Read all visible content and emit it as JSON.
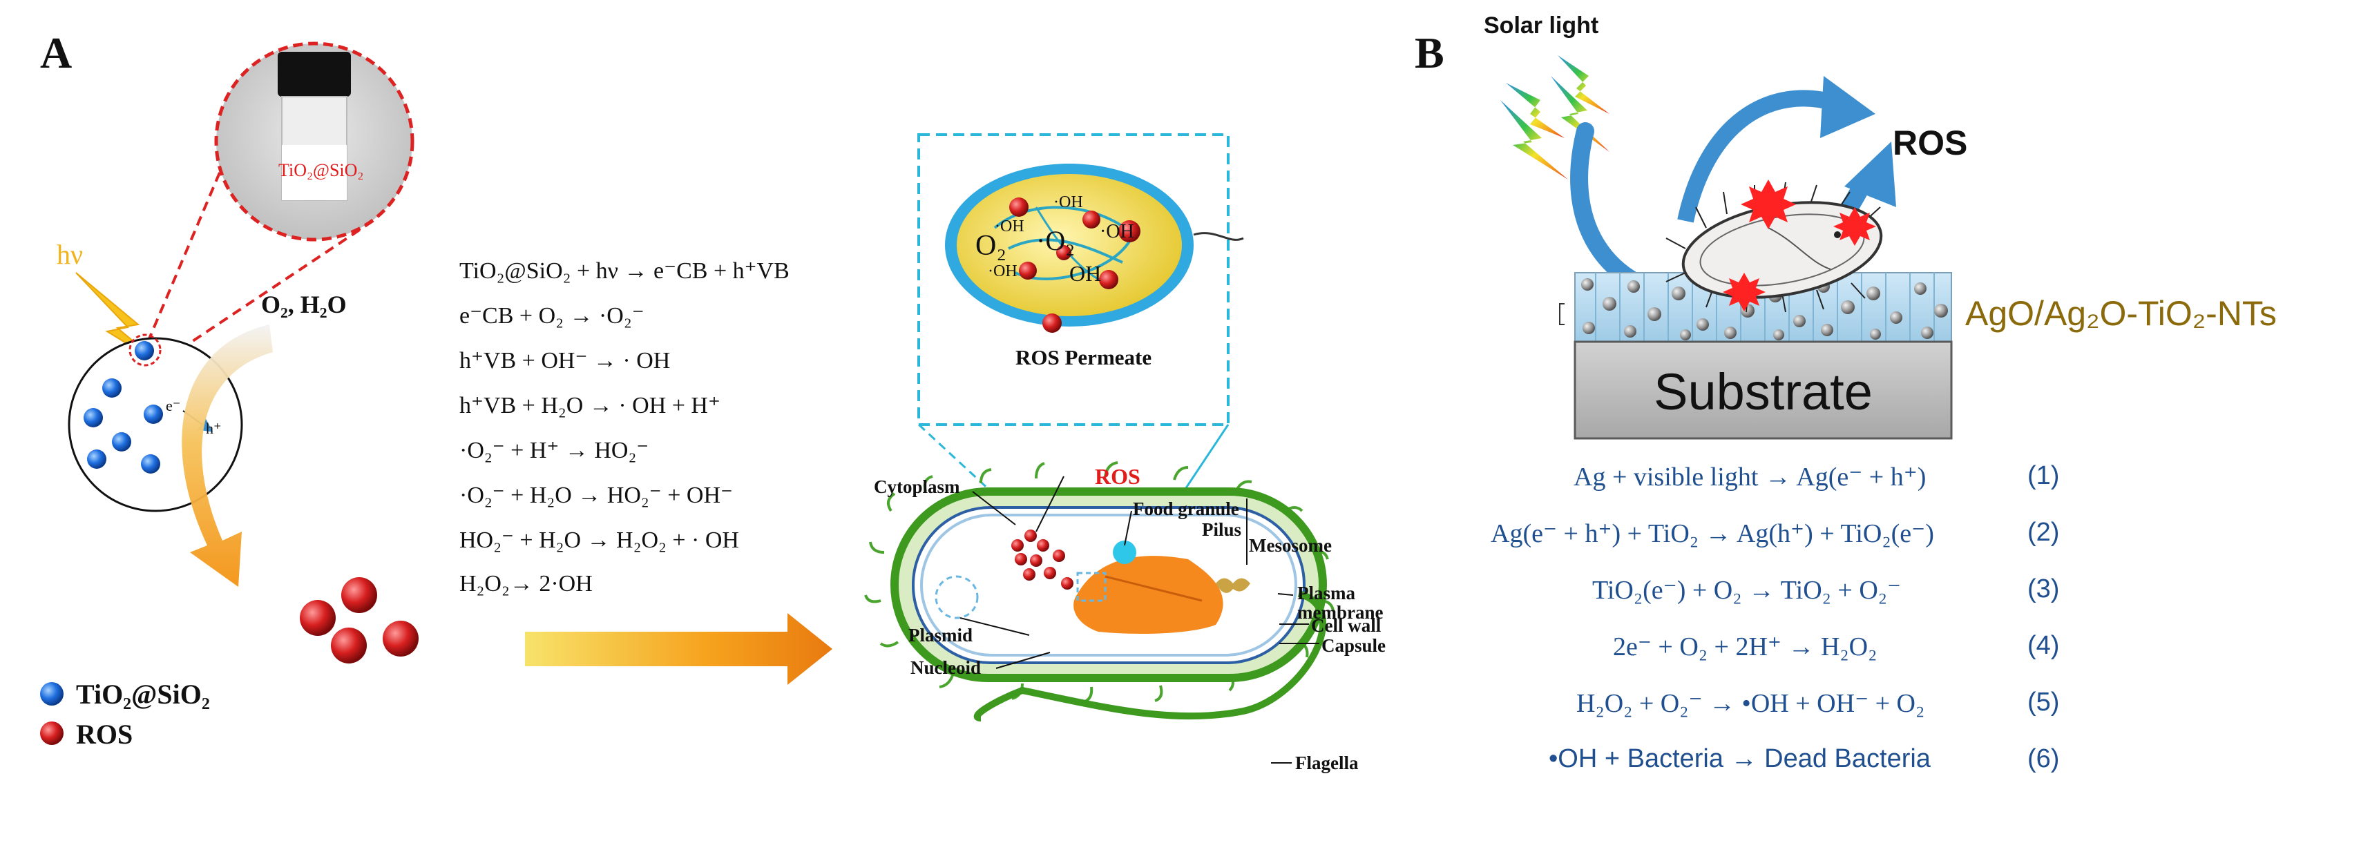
{
  "panel_a": {
    "letter": "A",
    "vial_label": "TiO₂@SiO₂",
    "light_label": "hν",
    "reactants_label": "O₂, H₂O",
    "electron_label": "e⁻",
    "hole_label": "h⁺",
    "legend": [
      {
        "label": "TiO₂@SiO₂",
        "color": "#1f6fe0"
      },
      {
        "label": "ROS",
        "color": "#d71f1f"
      }
    ],
    "equations": [
      "TiO₂@SiO₂ + hν → e⁻CB + h⁺VB",
      "e⁻CB + O₂ → ·O₂⁻",
      "h⁺VB + OH⁻ → · OH",
      "h⁺VB + H₂O → · OH + H⁺",
      "·O₂⁻ + H⁺ → HO₂⁻",
      "·O₂⁻ + H₂O → HO₂⁻ + OH⁻",
      "HO₂⁻ + H₂O → H₂O₂ + · OH",
      "H₂O₂→ 2·OH"
    ],
    "bacterium": {
      "ros_label": "ROS",
      "zoom_species": [
        "·OH",
        "·OH",
        "O₂",
        "·O₂",
        "·OH",
        "·OH",
        "OH"
      ],
      "zoom_caption": "ROS Permeate",
      "parts": [
        "Cytoplasm",
        "Food granule",
        "Pilus",
        "Mesosome",
        "Plasma membrane",
        "Cell wall",
        "Capsule",
        "Plasmid",
        "Nucleoid",
        "Flagella"
      ]
    }
  },
  "panel_b": {
    "letter": "B",
    "solar_label": "Solar light",
    "ros_label": "ROS",
    "coating_label": "AgO/Ag₂O-TiO₂-NTs",
    "substrate_label": "Substrate",
    "equations": [
      {
        "text": "Ag + visible light → Ag(e⁻ + h⁺)",
        "num": "(1)"
      },
      {
        "text": "Ag(e⁻ + h⁺) + TiO₂ → Ag(h⁺) + TiO₂(e⁻)",
        "num": "(2)"
      },
      {
        "text": "TiO₂(e⁻) + O₂ → TiO₂ + O₂⁻",
        "num": "(3)"
      },
      {
        "text": "2e⁻ + O₂ + 2H⁺ → H₂O₂",
        "num": "(4)"
      },
      {
        "text": "H₂O₂ + O₂⁻ → •OH + OH⁻ + O₂",
        "num": "(5)"
      },
      {
        "text": "•OH + Bacteria → Dead Bacteria",
        "num": "(6)"
      }
    ]
  }
}
